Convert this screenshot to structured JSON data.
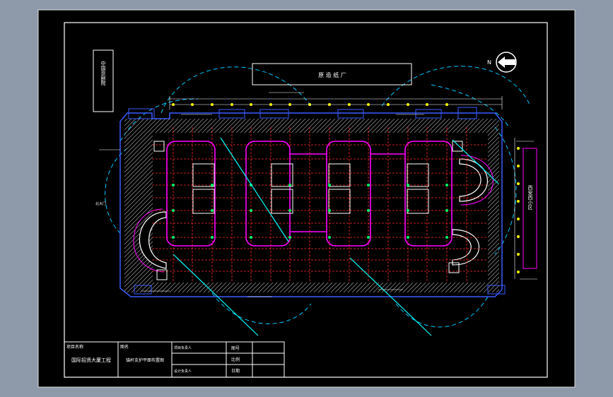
{
  "labels": {
    "factory": "原 造 纸 厂",
    "left_building": "中国京剧院",
    "right_district": "西安西小区",
    "north": "N",
    "left_marker": "北大门"
  },
  "title_block": {
    "project_label": "项目名称",
    "project_name": "国际招贤大厦工程",
    "drawing_label": "图名",
    "drawing_name": "锚杆支护平面布置图",
    "row1_label": "项目负责人",
    "row2_label": "设计负责人",
    "drawing_no_label": "图号",
    "scale_label": "比例",
    "date_label": "日期"
  },
  "colors": {
    "background": "#000000",
    "frame": "#ffffff",
    "magenta": "#ff00ff",
    "red": "#ff2020",
    "cyan": "#00ffff",
    "blue": "#3355ff",
    "yellow": "#ffff00",
    "green": "#00ff00"
  }
}
